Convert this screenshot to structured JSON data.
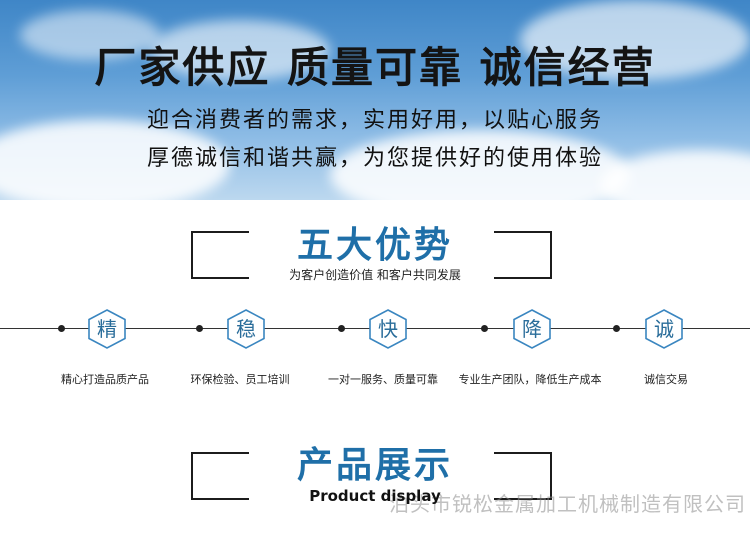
{
  "banner": {
    "title": "厂家供应 质量可靠 诚信经营",
    "line1": "迎合消费者的需求，实用好用，以贴心服务",
    "line2": "厚德诚信和谐共赢，为您提供好的使用体验"
  },
  "advantages": {
    "title": "五大优势",
    "subtitle": "为客户创造价值 和客户共同发展",
    "items": [
      {
        "char": "精",
        "caption": "精心打造品质产品"
      },
      {
        "char": "稳",
        "caption": "环保检验、员工培训"
      },
      {
        "char": "快",
        "caption": "一对一服务、质量可靠"
      },
      {
        "char": "降",
        "caption": "专业生产团队，降低生产成本"
      },
      {
        "char": "诚",
        "caption": "诚信交易"
      }
    ]
  },
  "products": {
    "title": "产品展示",
    "subtitle": "Product display"
  },
  "watermark": "泊头市锐松金属加工机械制造有限公司",
  "colors": {
    "accent": "#1f6fa8",
    "hex_stroke": "#3a86c0"
  }
}
